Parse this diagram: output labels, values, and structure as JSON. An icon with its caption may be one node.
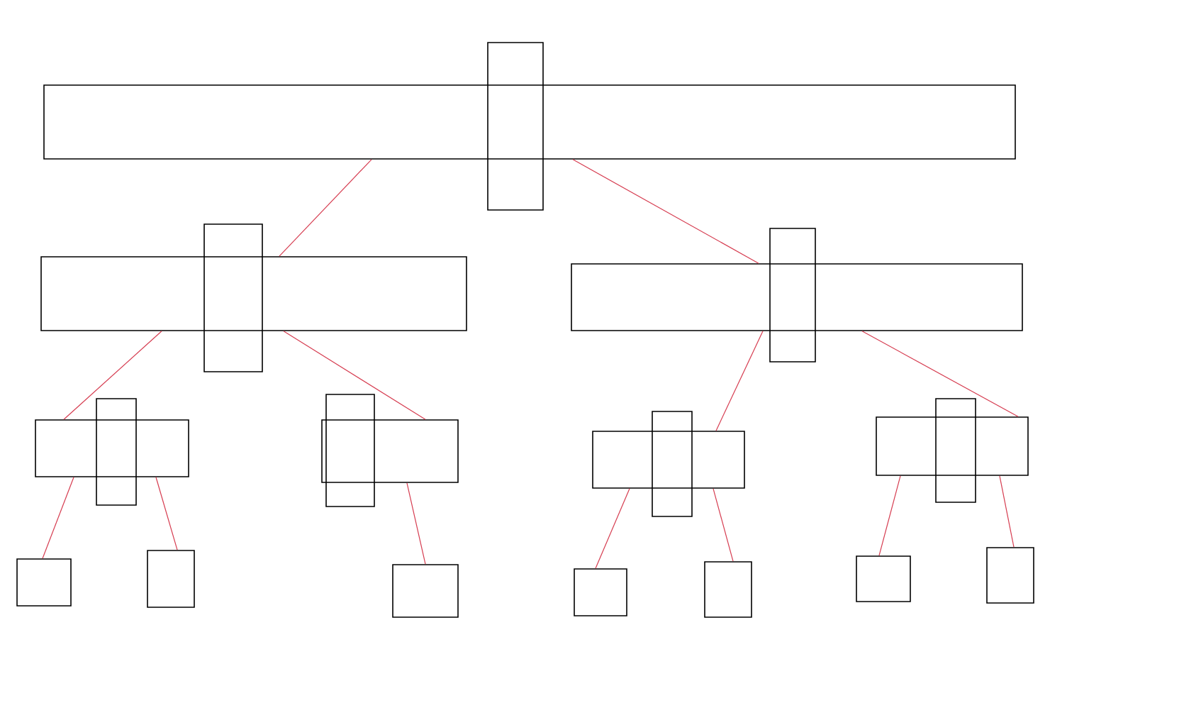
{
  "diagram": {
    "nodes": [
      {
        "text": [],
        "shape": "box"
      },
      {
        "text": [],
        "shape": "box"
      },
      {
        "text": [],
        "shape": "box"
      },
      {
        "text": [],
        "shape": "box"
      },
      {
        "text": [],
        "shape": "box"
      },
      {
        "text": [],
        "shape": "box"
      },
      {
        "text": [],
        "shape": "box"
      },
      {
        "text": [],
        "shape": "box"
      },
      {
        "text": [],
        "shape": "box"
      },
      {
        "text": [],
        "shape": "box"
      },
      {
        "text": [],
        "shape": "box"
      },
      {
        "text": [],
        "shape": "box"
      },
      {
        "text": [],
        "shape": "box"
      },
      {
        "text": [],
        "shape": "box"
      },
      {
        "text": [],
        "shape": "box"
      },
      {
        "text": [],
        "shape": "box"
      },
      {
        "text": [],
        "shape": "box"
      },
      {
        "text": [],
        "shape": "box"
      },
      {
        "text": [],
        "shape": "box"
      },
      {
        "text": [],
        "shape": "box"
      },
      {
        "text": [],
        "shape": "box"
      }
    ],
    "edges": [
      {
        "from": 0,
        "to": 2,
        "arrow": "none"
      },
      {
        "from": 0,
        "to": 4,
        "arrow": "none"
      },
      {
        "from": 2,
        "to": 6,
        "arrow": "none"
      },
      {
        "from": 2,
        "to": 8,
        "arrow": "none"
      },
      {
        "from": 4,
        "to": 10,
        "arrow": "none"
      },
      {
        "from": 4,
        "to": 12,
        "arrow": "none"
      },
      {
        "from": 6,
        "to": 14,
        "arrow": "none"
      },
      {
        "from": 6,
        "to": 15,
        "arrow": "none"
      },
      {
        "from": 8,
        "to": 16,
        "arrow": "none"
      },
      {
        "from": 10,
        "to": 17,
        "arrow": "none"
      },
      {
        "from": 10,
        "to": 18,
        "arrow": "none"
      },
      {
        "from": 12,
        "to": 19,
        "arrow": "none"
      },
      {
        "from": 12,
        "to": 20,
        "arrow": "none"
      }
    ]
  }
}
